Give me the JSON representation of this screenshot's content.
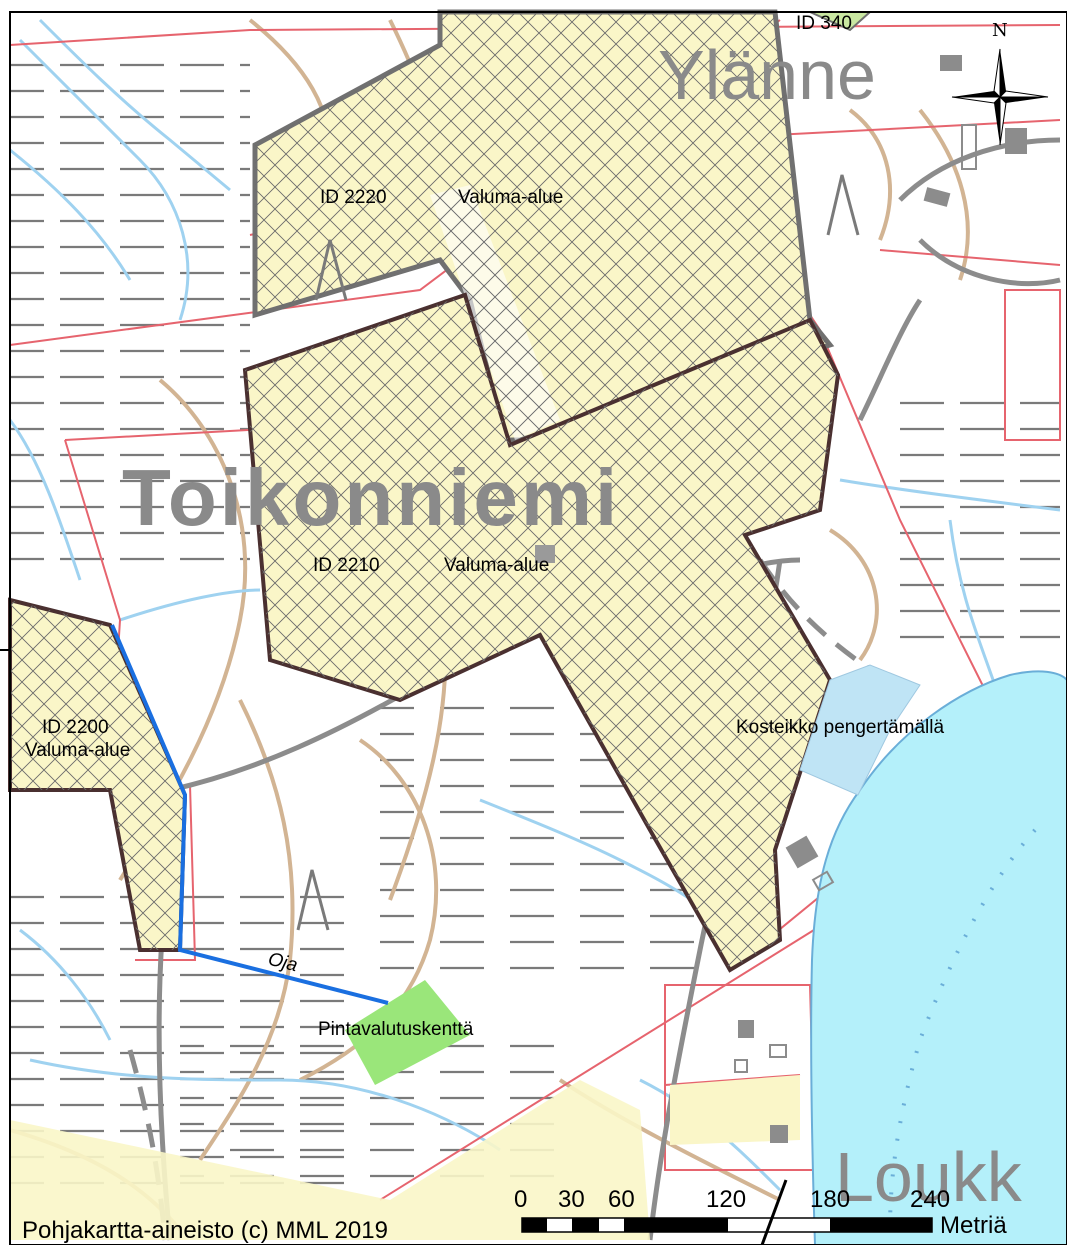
{
  "map": {
    "place_names": {
      "toikonniemi": "Toikonniemi",
      "ylanne": "Ylänne",
      "loukk": "Loukk"
    },
    "area_labels": {
      "id_340": "ID 340",
      "id_2220": "ID 2220",
      "valuma_2220": "Valuma-alue",
      "id_2210": "ID 2210",
      "valuma_2210": "Valuma-alue",
      "id_2200": "ID 2200",
      "valuma_2200": "Valuma-alue",
      "kosteikko": "Kosteikko pengertämällä",
      "oja": "Oja",
      "pintavalutuskentta": "Pintavalutuskenttä"
    },
    "north_arrow": {
      "label": "N",
      "icon": "compass-rose-icon"
    },
    "scale_bar": {
      "ticks": [
        "0",
        "30",
        "60",
        "120",
        "180",
        "240"
      ],
      "unit": "Metriä"
    },
    "credit": "Pohjakartta-aineisto (c) MML 2019",
    "colors": {
      "catchment_fill": "#faf6c8",
      "catchment_border": "#4a3030",
      "water": "#b4f0fa",
      "stream": "#9fd2f0",
      "contour": "#d2b493",
      "property_line": "#e6646e",
      "ditch": "#1a6fe0",
      "wetland": "#bfe4f5",
      "overland_flow_field": "#9ae67a",
      "road": "#8c8c8c"
    }
  }
}
